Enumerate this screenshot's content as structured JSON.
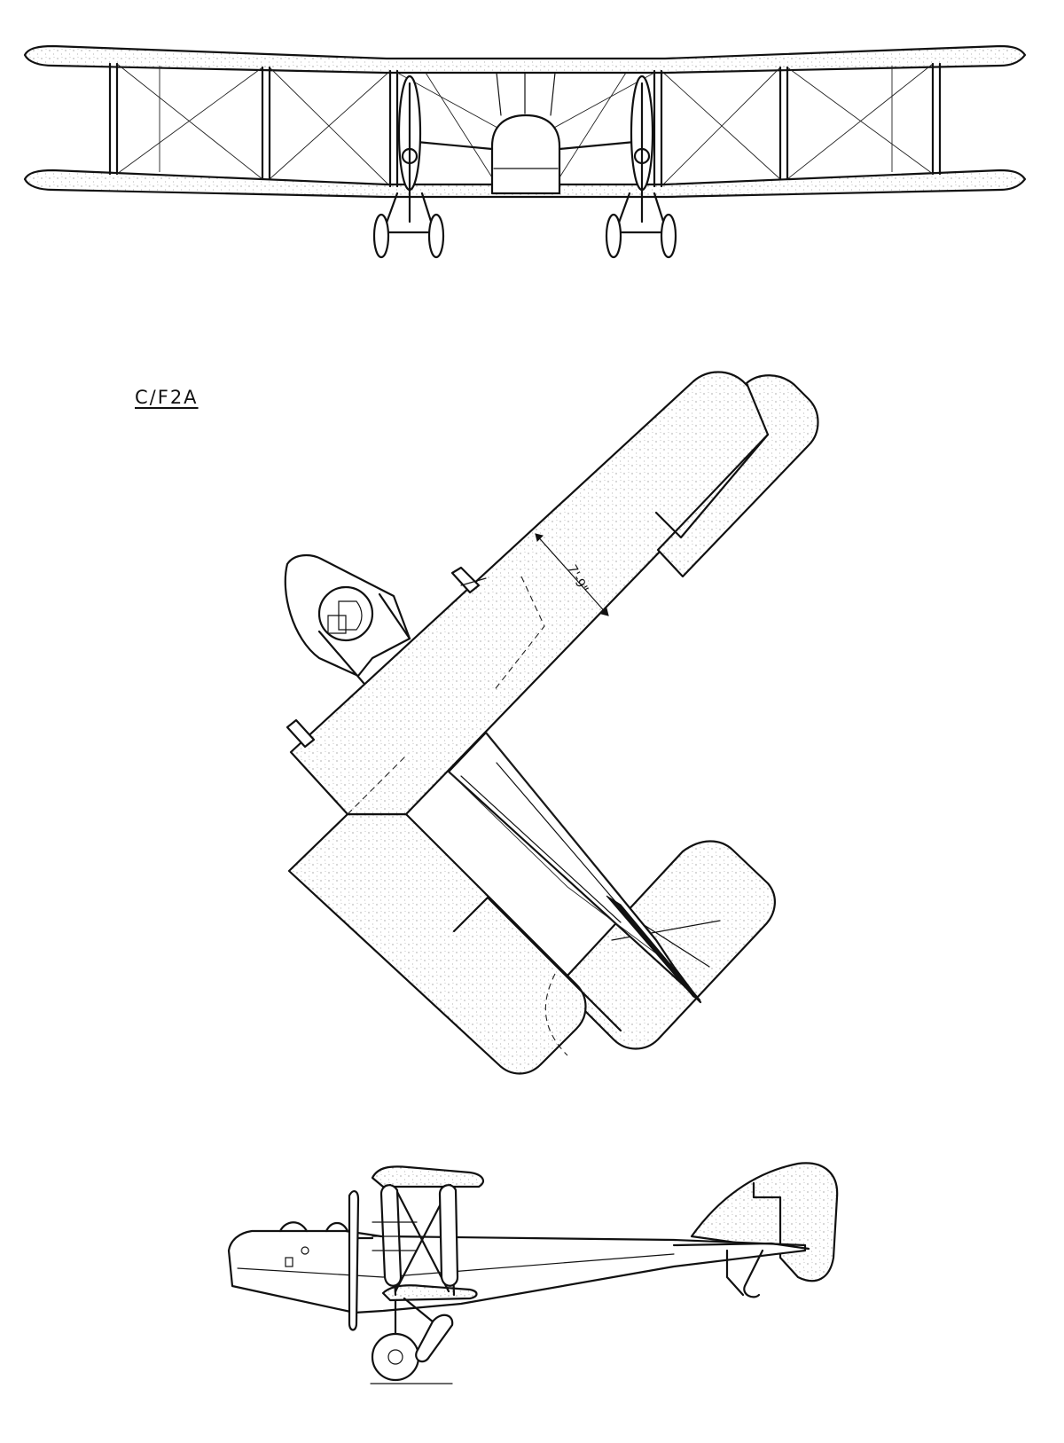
{
  "drawing": {
    "designation_label": "C/F2A",
    "dimension_label": "7'-9\"",
    "views": [
      "front-view",
      "plan-view",
      "side-view"
    ]
  },
  "colors": {
    "background": "#ffffff",
    "ink": "#111111"
  }
}
